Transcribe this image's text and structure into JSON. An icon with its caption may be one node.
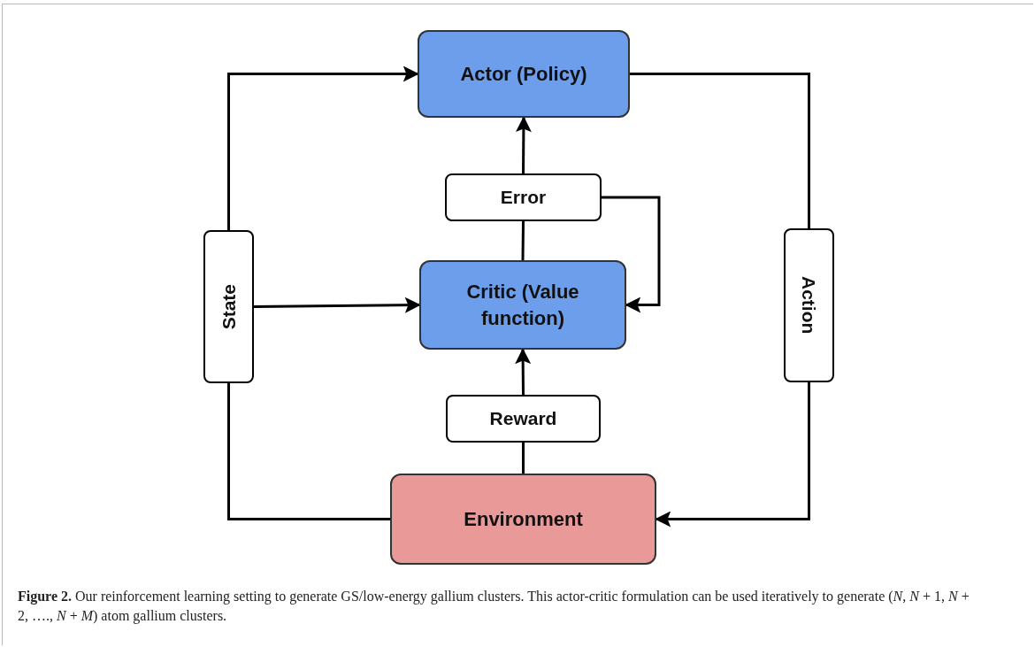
{
  "diagram": {
    "caption": "**Figure 2.** Our reinforcement learning setting to generate GS/low-energy gallium clusters. This actor-critic formulation can be used iteratively to generate (*N*, *N* + 1, *N* + 2, …., *N* + *M*) atom gallium clusters.",
    "nodes": [
      {
        "text": [
          "Actor (Policy)"
        ]
      },
      {
        "text": [
          "Error"
        ]
      },
      {
        "text": [
          "State"
        ]
      },
      {
        "text": [
          "Critic (Value function)"
        ]
      },
      {
        "text": [
          "Action"
        ]
      },
      {
        "text": [
          "Reward"
        ]
      },
      {
        "text": [
          "Environment"
        ]
      }
    ],
    "edges": [
      {
        "from": 2,
        "to": 0,
        "arrow": "to"
      },
      {
        "from": 2,
        "to": 3,
        "arrow": "to"
      },
      {
        "from": 6,
        "to": 2,
        "arrow": "none"
      },
      {
        "from": 0,
        "to": 4,
        "arrow": "none"
      },
      {
        "from": 4,
        "to": 6,
        "arrow": "to"
      },
      {
        "from": 1,
        "to": 0,
        "arrow": "to"
      },
      {
        "from": 3,
        "to": 1,
        "arrow": "none"
      },
      {
        "from": 1,
        "to": 3,
        "arrow": "to"
      },
      {
        "from": 5,
        "to": 3,
        "arrow": "to"
      },
      {
        "from": 6,
        "to": 5,
        "arrow": "none"
      }
    ]
  }
}
